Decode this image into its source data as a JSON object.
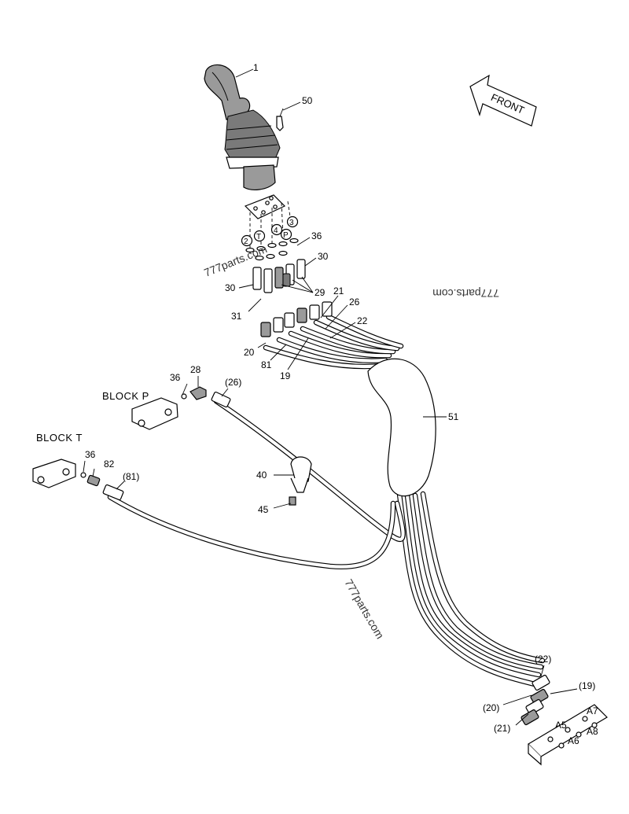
{
  "watermarks": {
    "top": "777parts.com",
    "right": "777parts.com",
    "bottom": "777parts.com"
  },
  "front": "FRONT",
  "blocks": {
    "p": "BLOCK  P",
    "t": "BLOCK  T"
  },
  "ports": {
    "p2": "2",
    "pT": "T",
    "p4": "4",
    "pP": "P",
    "p3": "3"
  },
  "labels": {
    "l1": "1",
    "l50": "50",
    "l36a": "36",
    "l30a": "30",
    "l30b": "30",
    "l29": "29",
    "l21": "21",
    "l26": "26",
    "l22": "22",
    "l31": "31",
    "l20": "20",
    "l81": "81",
    "l19": "19",
    "l36b": "36",
    "l28": "28",
    "l26p": "(26)",
    "l51": "51",
    "l36c": "36",
    "l82": "82",
    "l81p": "(81)",
    "l40": "40",
    "l45": "45",
    "l22p": "(22)",
    "l19p": "(19)",
    "l20p": "(20)",
    "l21p": "(21)",
    "a5": "A5",
    "a7": "A7",
    "a6": "A6",
    "a8": "A8"
  }
}
